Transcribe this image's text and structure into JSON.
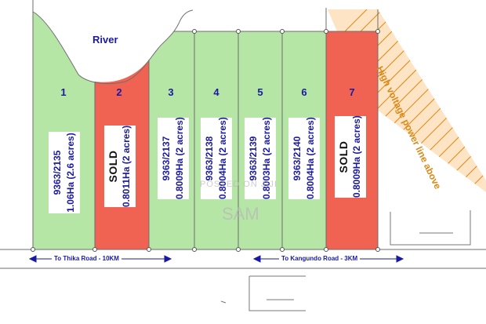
{
  "river_label": "River",
  "power_line_label": "High voltage power line above",
  "roads": {
    "left": "To Thika Road - 10KM",
    "right": "To Kangundo Road - 3KM"
  },
  "watermark": {
    "line1": "POSTED ON JIJI",
    "line2": "SAM"
  },
  "colors": {
    "available": "#b5e6a6",
    "sold": "#f06352",
    "ink": "#1a1aa0",
    "power": "#d98a18"
  },
  "plots": [
    {
      "number": "1",
      "line1": "9363/2135",
      "line2": "1.06Ha (2.6 acres)",
      "status": "available"
    },
    {
      "number": "2",
      "line1": "SOLD",
      "line2": "0.8011Ha (2 acres)",
      "status": "sold"
    },
    {
      "number": "3",
      "line1": "9363/2137",
      "line2": "0.8009Ha (2 acres)",
      "status": "available"
    },
    {
      "number": "4",
      "line1": "9363/2138",
      "line2": "0.8004Ha (2 acres)",
      "status": "available"
    },
    {
      "number": "5",
      "line1": "9363/2139",
      "line2": "0.8003Ha (2 acres)",
      "status": "available"
    },
    {
      "number": "6",
      "line1": "9363/2140",
      "line2": "0.8004Ha (2 acres)",
      "status": "available"
    },
    {
      "number": "7",
      "line1": "SOLD",
      "line2": "0.8009Ha (2 acres)",
      "status": "sold"
    }
  ]
}
